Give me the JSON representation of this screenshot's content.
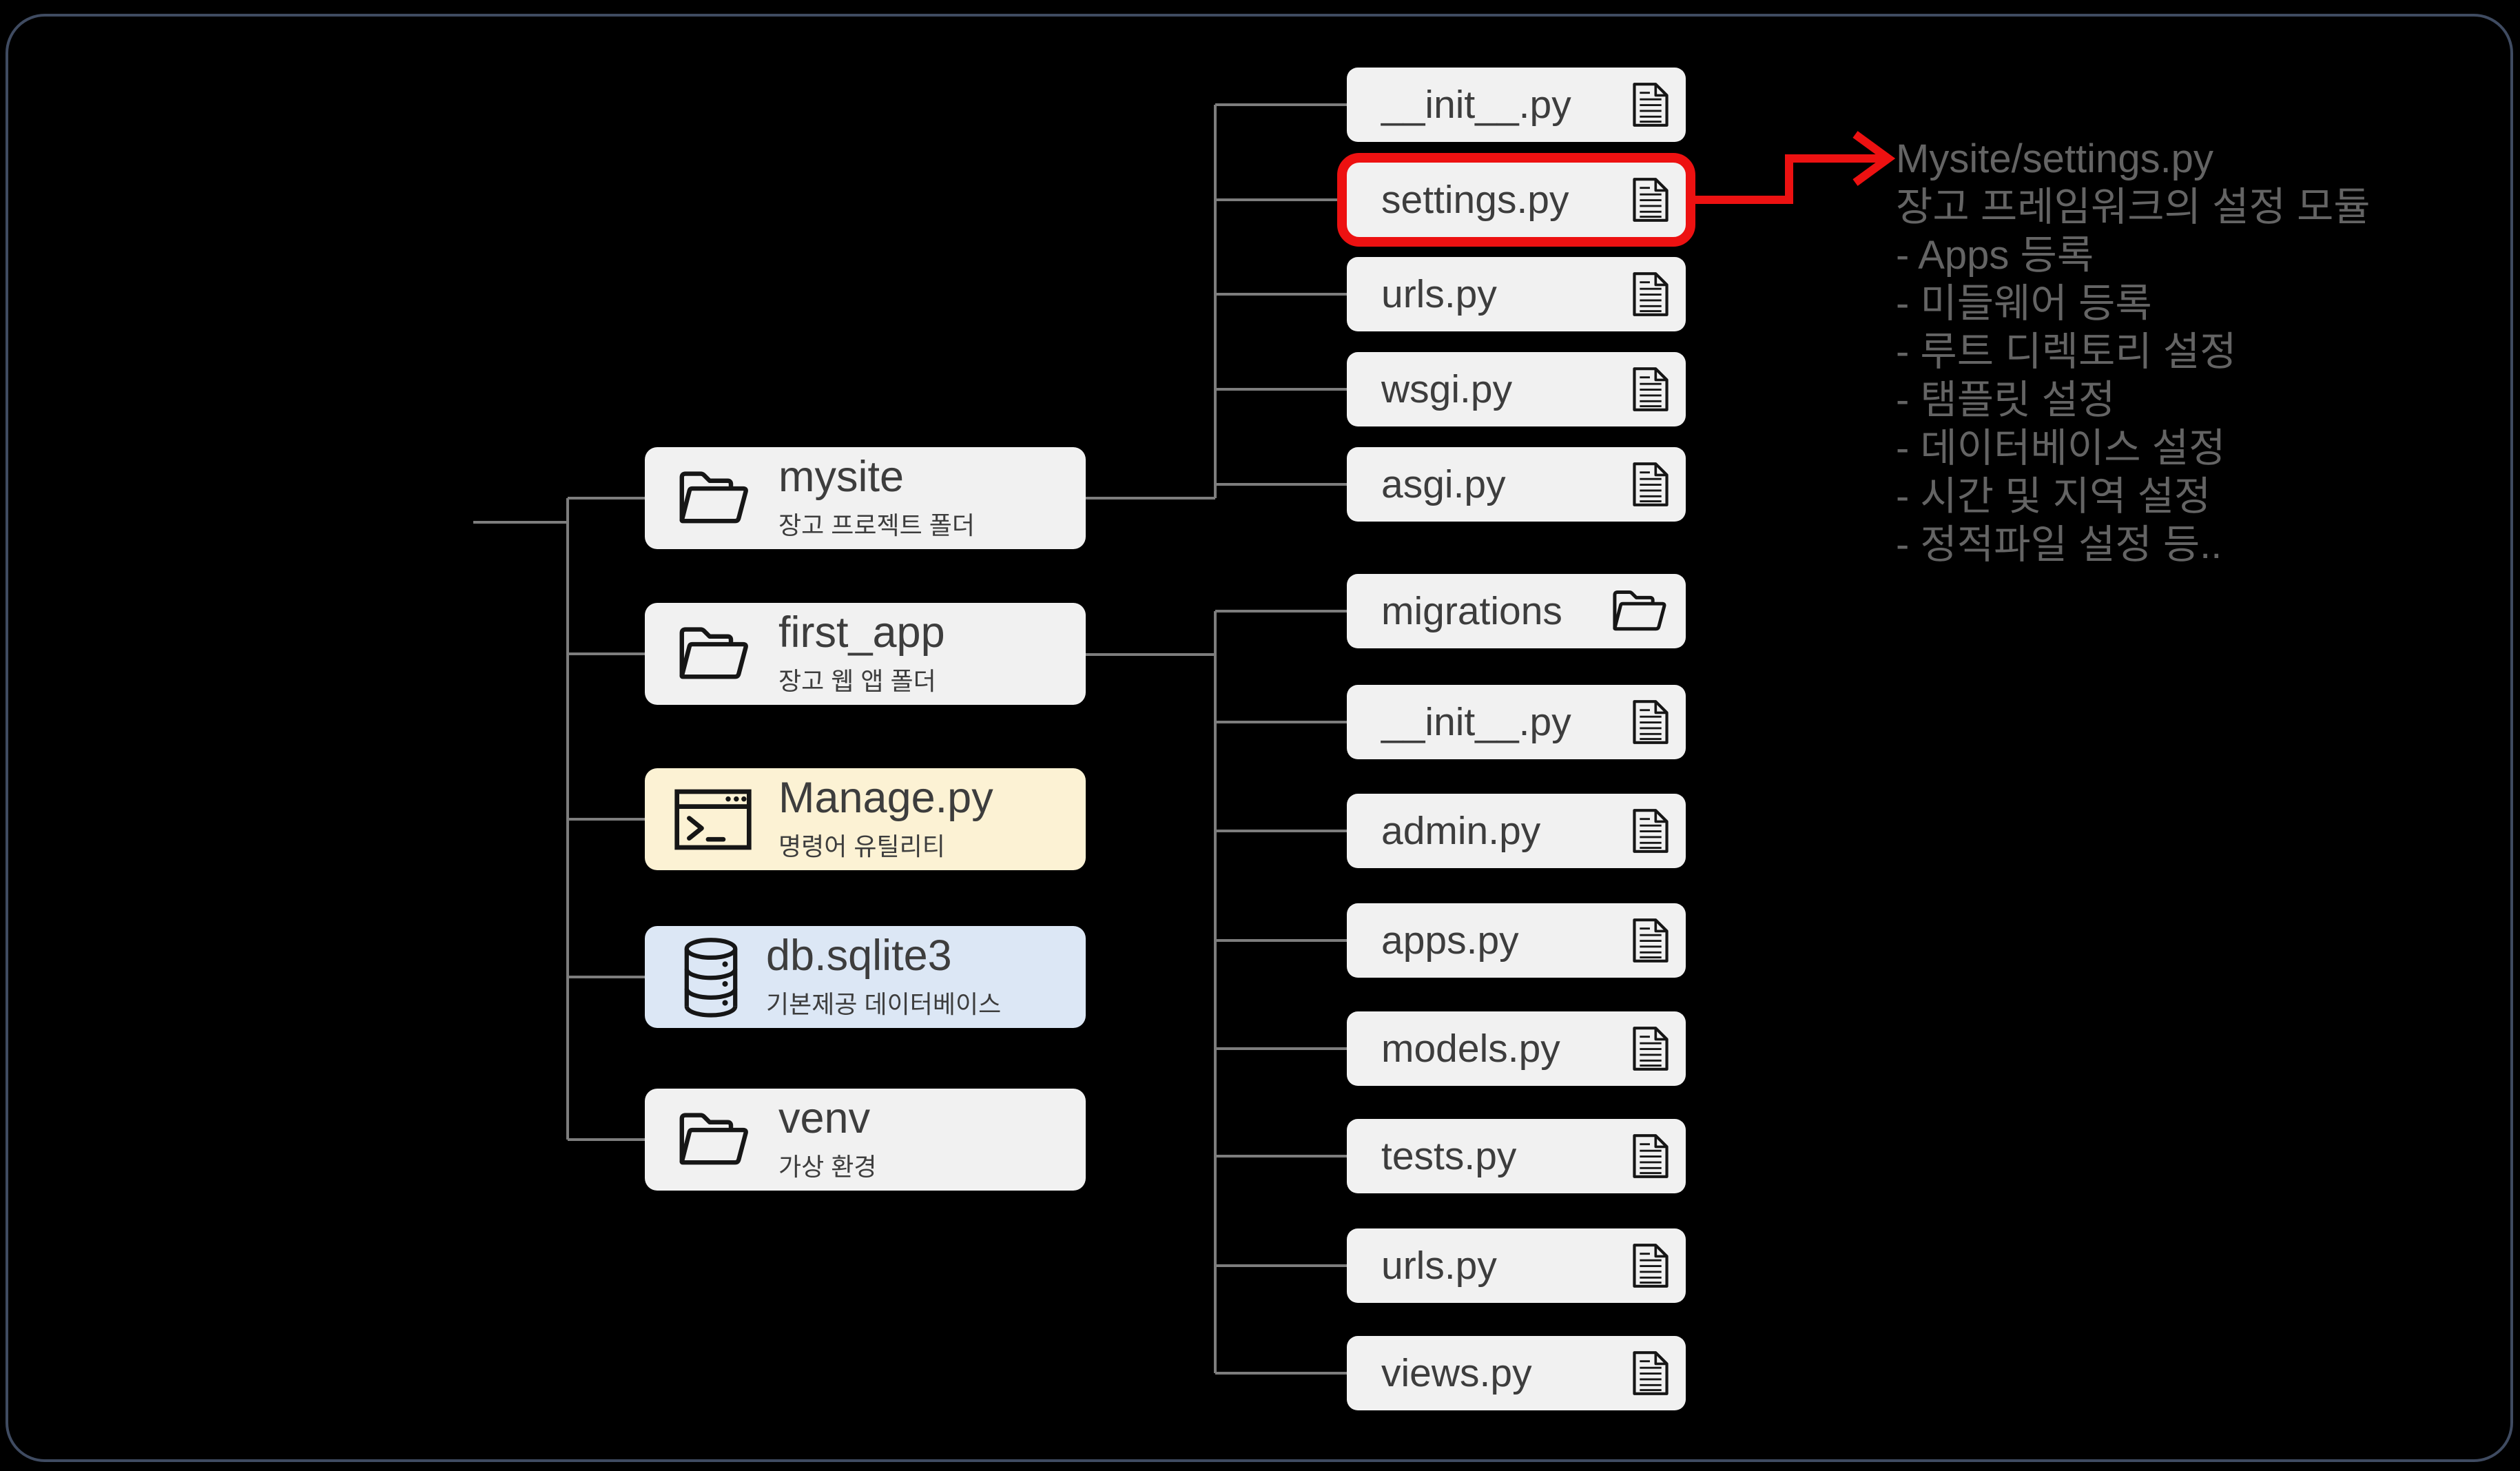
{
  "colors": {
    "background": "#000000",
    "frame": "#3f4b61",
    "connector": "#7d7d7d",
    "accent": "#ed1111",
    "box_gray": "#f1f1f1",
    "box_yellow": "#fcf2d4",
    "box_blue": "#dce7f5",
    "box_text": "#3d3d3d",
    "annotation_text": "#646464"
  },
  "left_nodes": [
    {
      "title": "mysite",
      "subtitle": "장고 프로젝트 폴더",
      "icon": "open-folder-icon"
    },
    {
      "title": "first_app",
      "subtitle": "장고 웹 앱 폴더",
      "icon": "open-folder-icon"
    },
    {
      "title": "Manage.py",
      "subtitle": "명령어 유틸리티",
      "icon": "terminal-icon"
    },
    {
      "title": "db.sqlite3",
      "subtitle": "기본제공 데이터베이스",
      "icon": "database-icon"
    },
    {
      "title": "venv",
      "subtitle": "가상 환경",
      "icon": "open-folder-icon"
    }
  ],
  "mysite_files": [
    {
      "label": "__init__.py",
      "icon": "file-icon",
      "highlighted": false
    },
    {
      "label": "settings.py",
      "icon": "file-icon",
      "highlighted": true
    },
    {
      "label": "urls.py",
      "icon": "file-icon",
      "highlighted": false
    },
    {
      "label": "wsgi.py",
      "icon": "file-icon",
      "highlighted": false
    },
    {
      "label": "asgi.py",
      "icon": "file-icon",
      "highlighted": false
    }
  ],
  "first_app_files": [
    {
      "label": "migrations",
      "icon": "open-folder-icon",
      "highlighted": false
    },
    {
      "label": "__init__.py",
      "icon": "file-icon",
      "highlighted": false
    },
    {
      "label": "admin.py",
      "icon": "file-icon",
      "highlighted": false
    },
    {
      "label": "apps.py",
      "icon": "file-icon",
      "highlighted": false
    },
    {
      "label": "models.py",
      "icon": "file-icon",
      "highlighted": false
    },
    {
      "label": "tests.py",
      "icon": "file-icon",
      "highlighted": false
    },
    {
      "label": "urls.py",
      "icon": "file-icon",
      "highlighted": false
    },
    {
      "label": "views.py",
      "icon": "file-icon",
      "highlighted": false
    }
  ],
  "annotation": {
    "title": "Mysite/settings.py",
    "lines": [
      "장고 프레임워크의 설정 모듈",
      "- Apps 등록",
      "- 미들웨어 등록",
      "- 루트 디렉토리 설정",
      "- 탬플릿 설정",
      "- 데이터베이스 설정",
      "- 시간 및 지역 설정",
      "- 정적파일 설정 등.."
    ]
  }
}
